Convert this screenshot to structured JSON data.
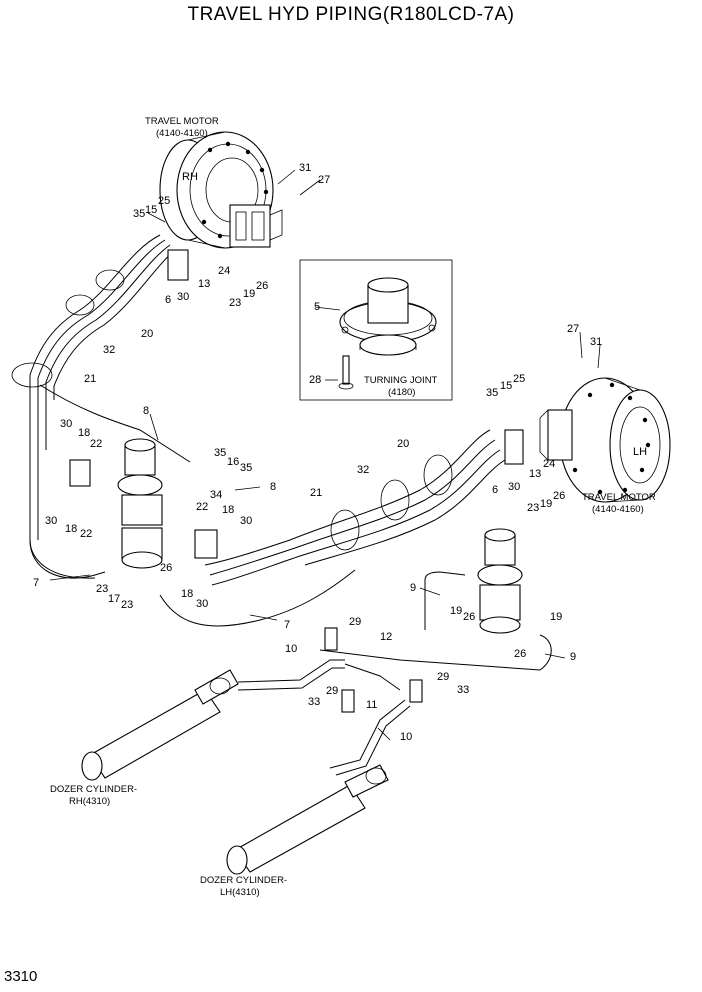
{
  "title": "TRAVEL HYD PIPING(R180LCD-7A)",
  "page_number": "3310",
  "captions": {
    "travel_motor_rh": "TRAVEL MOTOR",
    "travel_motor_rh_ref": "(4140-4160)",
    "travel_motor_lh": "TRAVEL MOTOR",
    "travel_motor_lh_ref": "(4140-4160)",
    "turning_joint": "TURNING JOINT",
    "turning_joint_ref": "(4180)",
    "dozer_rh": "DOZER CYLINDER-",
    "dozer_rh_ref": "RH(4310)",
    "dozer_lh": "DOZER CYLINDER-",
    "dozer_lh_ref": "LH(4310)",
    "rh_mark": "RH",
    "lh_mark": "LH"
  },
  "callouts": {
    "c31a": "31",
    "c27a": "27",
    "c35a": "35",
    "c15a": "15",
    "c25a": "25",
    "c24a": "24",
    "c13a": "13",
    "c6a": "6",
    "c30a": "30",
    "c19a": "19",
    "c26a": "26",
    "c23a": "23",
    "c20a": "20",
    "c32a": "32",
    "c21a": "21",
    "c8a": "8",
    "c30b": "30",
    "c18a": "18",
    "c22a": "22",
    "c30c": "30",
    "c18b": "18",
    "c22b": "22",
    "c7a": "7",
    "c35b": "35",
    "c16a": "16",
    "c35c": "35",
    "c34a": "34",
    "c22c": "22",
    "c8b": "8",
    "c18c": "18",
    "c30d": "30",
    "c26b": "26",
    "c23b": "23",
    "c17a": "17",
    "c23c": "23",
    "c18d": "18",
    "c30e": "30",
    "c7b": "7",
    "c5a": "5",
    "c28a": "28",
    "c27b": "27",
    "c31b": "31",
    "c35d": "35",
    "c15b": "15",
    "c25b": "25",
    "c20b": "20",
    "c32b": "32",
    "c21b": "21",
    "c24b": "24",
    "c13b": "13",
    "c6b": "6",
    "c30f": "30",
    "c23d": "23",
    "c19b": "19",
    "c26c": "26",
    "c9a": "9",
    "c19c": "19",
    "c26d": "26",
    "c19d": "19",
    "c26e": "26",
    "c9b": "9",
    "c29a": "29",
    "c12a": "12",
    "c10a": "10",
    "c29b": "29",
    "c11a": "11",
    "c33a": "33",
    "c29c": "29",
    "c33b": "33",
    "c10b": "10"
  }
}
